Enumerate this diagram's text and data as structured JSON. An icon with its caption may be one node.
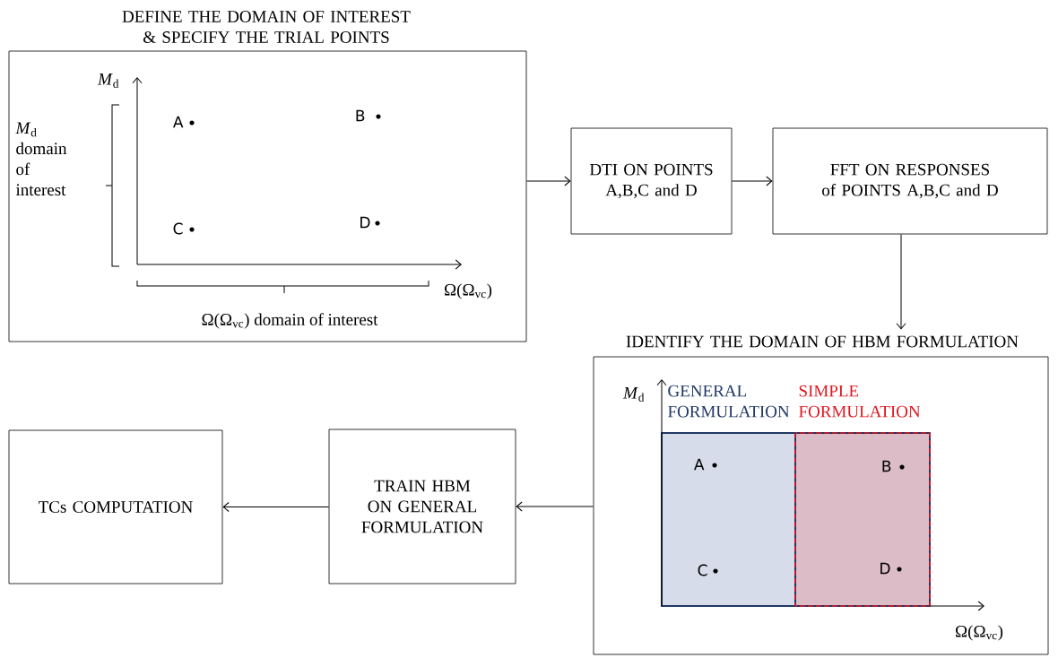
{
  "diagram": {
    "nodes": [
      {
        "text": [
          "DEFINE THE DOMAIN OF INTEREST & SPECIFY THE TRIAL POINTS"
        ]
      },
      {
        "text": [
          "DTI ON POINTS A,B,C and D"
        ]
      },
      {
        "text": [
          "FFT ON RESPONSES of POINTS A,B,C and D"
        ]
      },
      {
        "text": [
          "IDENTIFY THE DOMAIN OF HBM FORMULATION"
        ]
      },
      {
        "text": [
          "GENERAL FORMULATION"
        ],
        "in": 3
      },
      {
        "text": [
          "SIMPLE FORMULATION"
        ],
        "in": 3
      },
      {
        "text": [
          "TRAIN HBM ON GENERAL FORMULATION"
        ]
      },
      {
        "text": [
          "TCs COMPUTATION"
        ]
      }
    ],
    "edges": [
      {
        "from": 0,
        "to": 1,
        "arrow": "to"
      },
      {
        "from": 1,
        "to": 2,
        "arrow": "to"
      },
      {
        "from": 2,
        "to": 3,
        "arrow": "to"
      },
      {
        "from": 3,
        "to": 6,
        "arrow": "to"
      },
      {
        "from": 6,
        "to": 7,
        "arrow": "to"
      }
    ],
    "labels": [
      "*M*$_{d}$",
      "*M*$_{d}$ domain of interest",
      "A",
      "B",
      "C",
      "D",
      "Ω(Ω$_{vc}$)",
      "Ω(Ω$_{vc}$) domain of interest",
      "*M*$_{d}$",
      "A",
      "B",
      "C",
      "D",
      "Ω(Ω$_{vc}$)"
    ]
  }
}
